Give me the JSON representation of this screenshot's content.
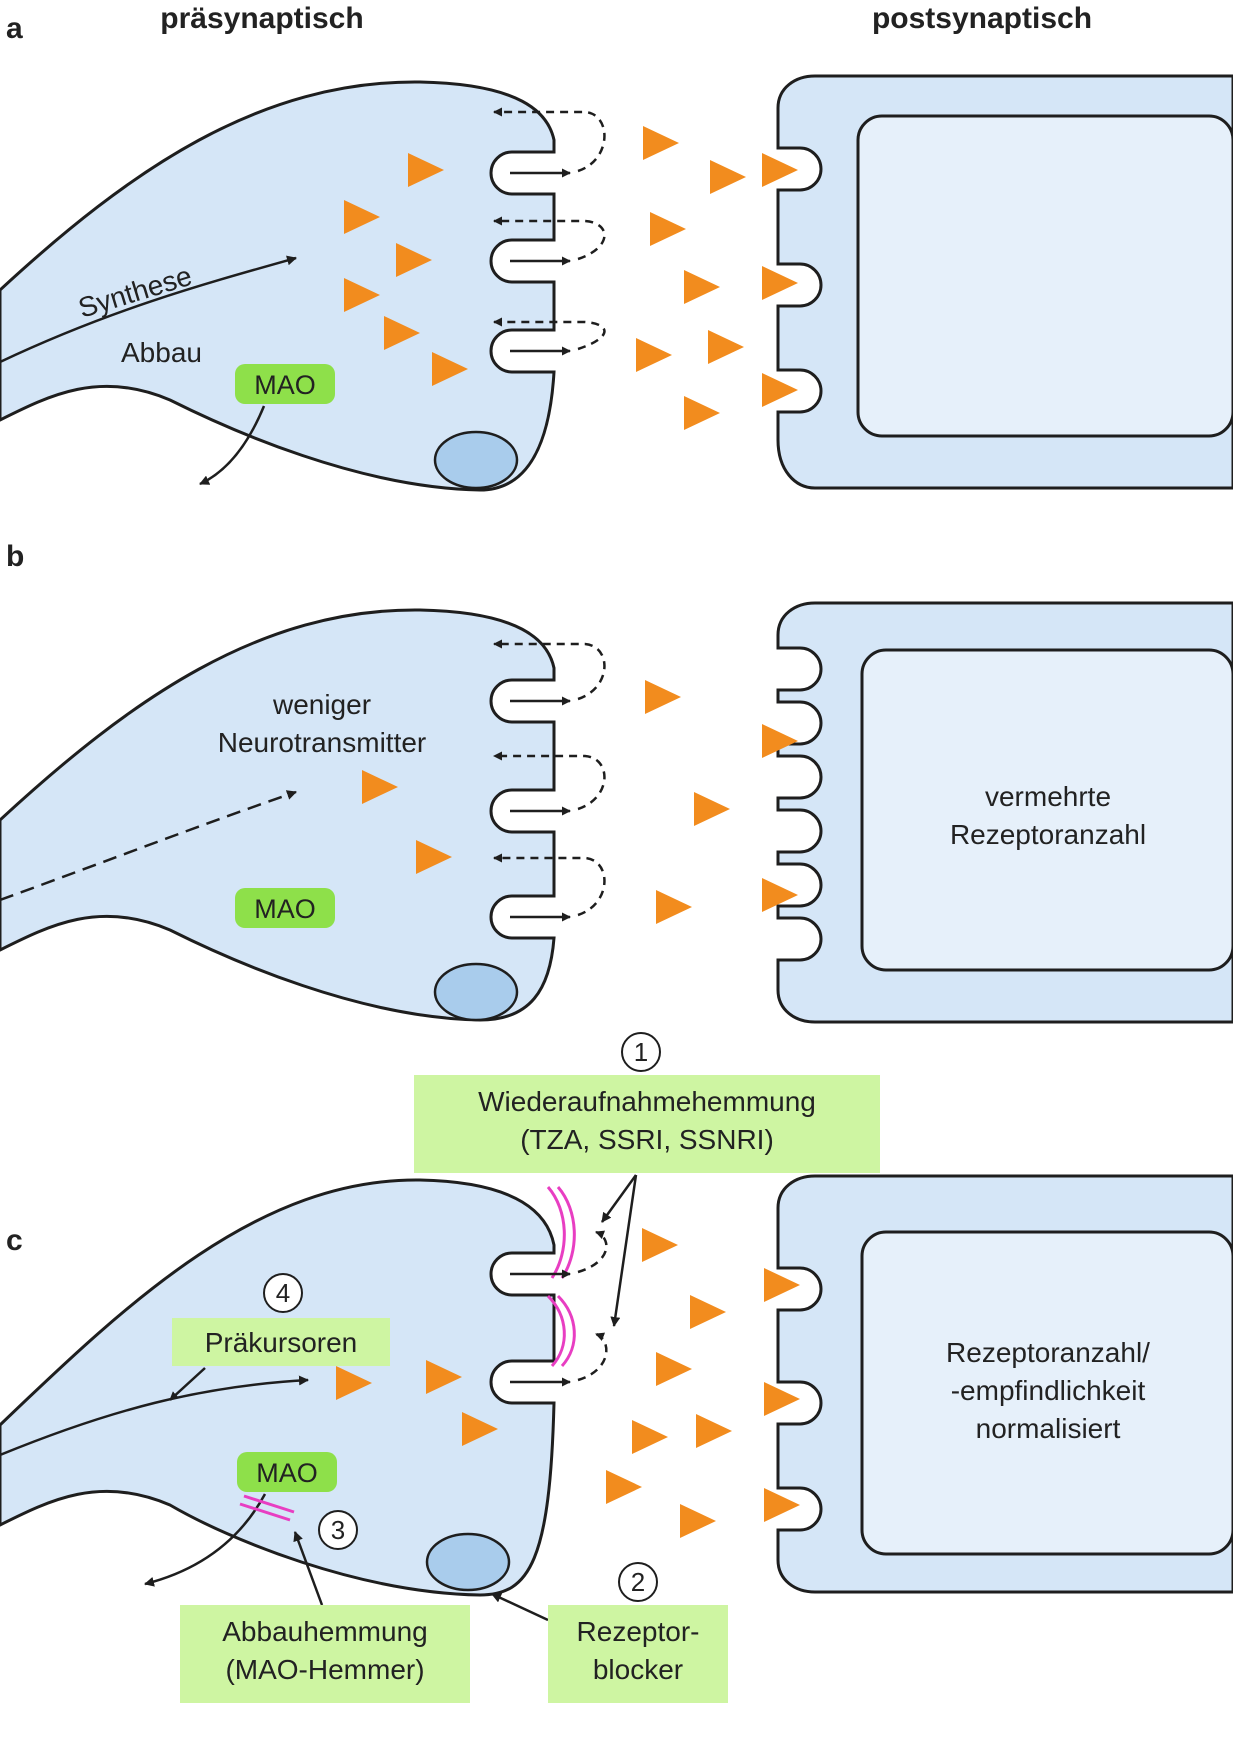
{
  "headers": {
    "pre": "präsynaptisch",
    "post": "postsynaptisch"
  },
  "panels": {
    "a": {
      "letter": "a",
      "synthesis": "Synthese",
      "degradation": "Abbau",
      "enzyme": "MAO"
    },
    "b": {
      "letter": "b",
      "less_nt_line1": "weniger",
      "less_nt_line2": "Neurotransmitter",
      "enzyme": "MAO",
      "receptor_line1": "vermehrte",
      "receptor_line2": "Rezeptoranzahl"
    },
    "c": {
      "letter": "c",
      "enzyme": "MAO",
      "receptor_line1": "Rezeptoranzahl/",
      "receptor_line2": "-empfindlichkeit",
      "receptor_line3": "normalisiert"
    }
  },
  "interventions": {
    "reuptake": {
      "number": "1",
      "line1": "Wiederaufnahmehemmung",
      "line2": "(TZA, SSRI, SSNRI)"
    },
    "receptor_block": {
      "number": "2",
      "line1": "Rezeptor-",
      "line2": "blocker"
    },
    "mao_inhibition": {
      "number": "3",
      "line1": "Abbauhemmung",
      "line2": "(MAO-Hemmer)"
    },
    "precursors": {
      "number": "4",
      "label": "Präkursoren"
    }
  },
  "colors": {
    "cell_fill": "#d5e6f7",
    "inner_fill": "#e6f0fa",
    "outline": "#1e1e1e",
    "transmitter": "#f28c1e",
    "mao_box": "#8ee04a",
    "label_box": "#cef5a2",
    "vesicle": "#a9ccec",
    "blocker": "#e83ec2"
  }
}
